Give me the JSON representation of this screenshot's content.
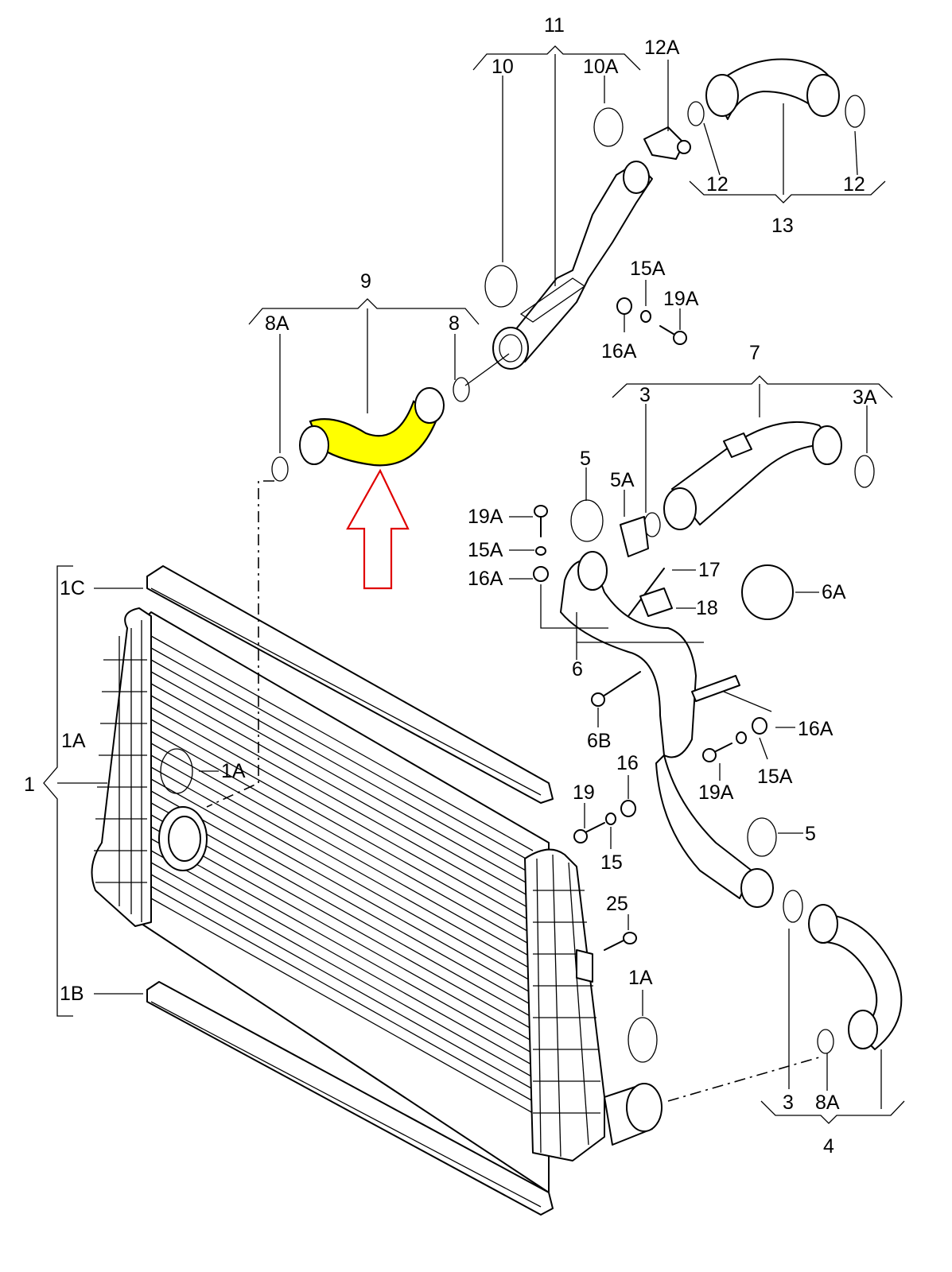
{
  "diagram": {
    "labels": {
      "l11": "11",
      "l10": "10",
      "l10A": "10A",
      "l12A": "12A",
      "l12a": "12",
      "l12b": "12",
      "l13": "13",
      "l9": "9",
      "l8A_top": "8A",
      "l8_top": "8",
      "l15A_top": "15A",
      "l19A_top": "19A",
      "l16A_top": "16A",
      "l7": "7",
      "l3_top": "3",
      "l3A": "3A",
      "l5_top": "5",
      "l5A": "5A",
      "l19A_mid": "19A",
      "l15A_mid": "15A",
      "l16A_mid": "16A",
      "l17": "17",
      "l18": "18",
      "l6A": "6A",
      "l6": "6",
      "l1C": "1C",
      "l1A_left": "1A",
      "l1": "1",
      "l1A_inner": "1A",
      "l1B": "1B",
      "l6B": "6B",
      "l16A_right": "16A",
      "l15A_right": "15A",
      "l19A_right": "19A",
      "l16": "16",
      "l19": "19",
      "l15": "15",
      "l5_low": "5",
      "l25": "25",
      "l1A_low": "1A",
      "l3_bottom": "3",
      "l8A_bottom": "8A",
      "l4": "4"
    },
    "highlight": {
      "part": "9",
      "fill_color": "#ffff00",
      "arrow_color": "#e00000"
    }
  }
}
